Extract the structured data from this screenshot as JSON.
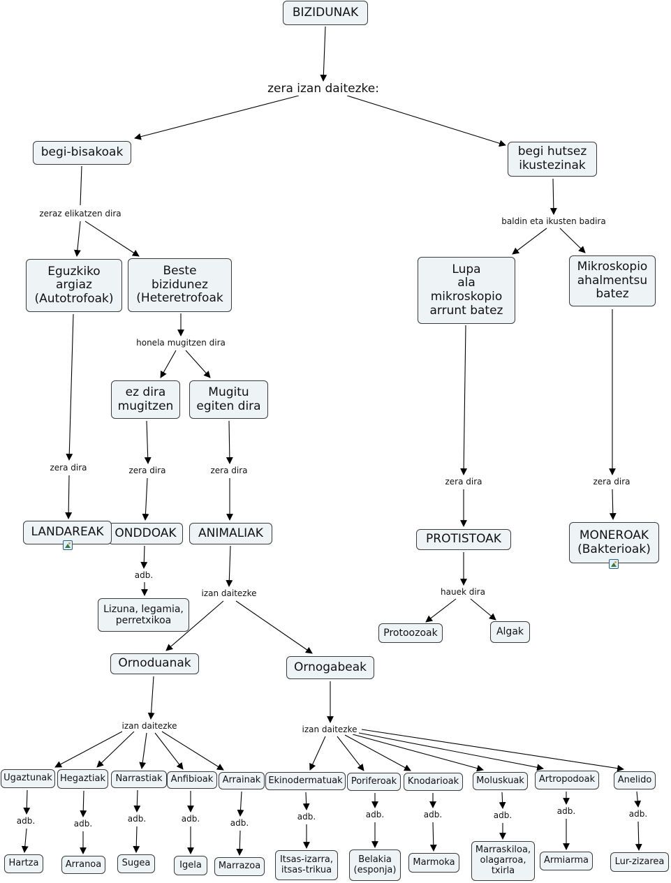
{
  "root": "BIZIDUNAK",
  "link_root": "zera izan daitezke:",
  "begi_bisakoak": "begi-bisakoak",
  "begi_hutsez": "begi hutsez\nikustezinak",
  "link_zeraz_elikatzen": "zeraz elikatzen dira",
  "link_baldin_eta": "baldin eta ikusten badira",
  "eguzkiko": "Eguzkiko\nargiaz\n(Autotrofoak)",
  "beste_bizidunez": "Beste\nbizidunez\n(Heteretrofoak",
  "lupa": "Lupa\nala\nmikroskopio\narrunt batez",
  "mikroskopio": "Mikroskopio\nahalmentsu\nbatez",
  "link_honela_mugitzen": "honela mugitzen dira",
  "ez_dira_mugitzen": "ez dira\nmugitzen",
  "mugitu_egiten": "Mugitu\negiten dira",
  "link_zera_dira": "zera dira",
  "landareak": "LANDAREAK",
  "onddoak": "ONDDOAK",
  "animaliak": "ANIMALIAK",
  "protistoak": "PROTISTOAK",
  "moneroak": "MONEROAK\n(Bakterioak)",
  "link_adb": "adb.",
  "lizuna": "Lizuna, legamia,\nperretxikoa",
  "link_izan_daitezke": "izan daitezke",
  "link_hauek_dira": "hauek dira",
  "protoozoak": "Protoozoak",
  "algak": "Algak",
  "ornoduanak": "Ornoduanak",
  "ornogabeak": "Ornogabeak",
  "vertebrates": [
    "Ugaztunak",
    "Hegaztiak",
    "Narrastiak",
    "Anfibioak",
    "Arrainak"
  ],
  "vertebrate_examples": [
    "Hartza",
    "Arranoa",
    "Sugea",
    "Igela",
    "Marrazoa"
  ],
  "invertebrates": [
    "Ekinodermatuak",
    "Poriferoak",
    "Knodarioak",
    "Moluskuak",
    "Artropodoak",
    "Anelido"
  ],
  "invertebrate_examples": [
    "Itsas-izarra,\nitsas-trikua",
    "Belakia\n(esponja)",
    "Marmoka",
    "Marraskiloa,\nolagarroa,\ntxirla",
    "Armiarma",
    "Lur-zizarea"
  ],
  "colors": {
    "node_fill": "#eef3f6",
    "node_border": "#3a3a3a",
    "line": "#000000"
  }
}
